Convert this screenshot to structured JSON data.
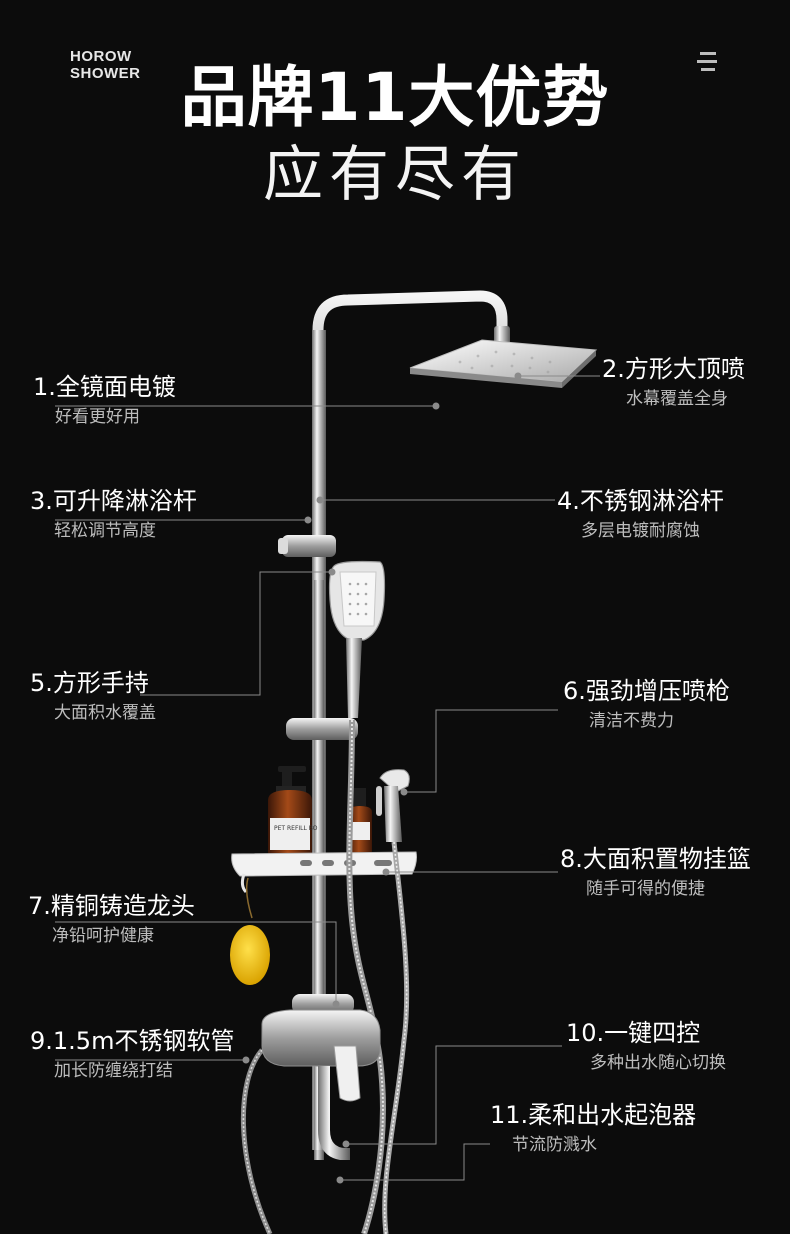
{
  "brand": {
    "line1": "HOROW",
    "line2": "SHOWER"
  },
  "headline": "品牌11大优势",
  "subline": "应有尽有",
  "icons": {
    "menu": "menu-icon"
  },
  "product": {
    "bottles": {
      "bottle1_label": "PET REFILL BO"
    }
  },
  "features": [
    {
      "title": "1.全镜面电镀",
      "subtitle": "好看更好用"
    },
    {
      "title": "2.方形大顶喷",
      "subtitle": "水幕覆盖全身"
    },
    {
      "title": "3.可升降淋浴杆",
      "subtitle": "轻松调节高度"
    },
    {
      "title": "4.不锈钢淋浴杆",
      "subtitle": "多层电镀耐腐蚀"
    },
    {
      "title": "5.方形手持",
      "subtitle": "大面积水覆盖"
    },
    {
      "title": "6.强劲增压喷枪",
      "subtitle": "清洁不费力"
    },
    {
      "title": "7.精铜铸造龙头",
      "subtitle": "净铅呵护健康"
    },
    {
      "title": "8.大面积置物挂篮",
      "subtitle": "随手可得的便捷"
    },
    {
      "title": "9.1.5m不锈钢软管",
      "subtitle": "加长防缠绕打结"
    },
    {
      "title": "10.一键四控",
      "subtitle": "多种出水随心切换"
    },
    {
      "title": "11.柔和出水起泡器",
      "subtitle": "节流防溅水"
    }
  ],
  "colors": {
    "background": "#0c0c0c",
    "text": "#ffffff",
    "subtext": "#bdbdbd",
    "line": "#8a8a8a",
    "sponge": "#f2c200"
  }
}
